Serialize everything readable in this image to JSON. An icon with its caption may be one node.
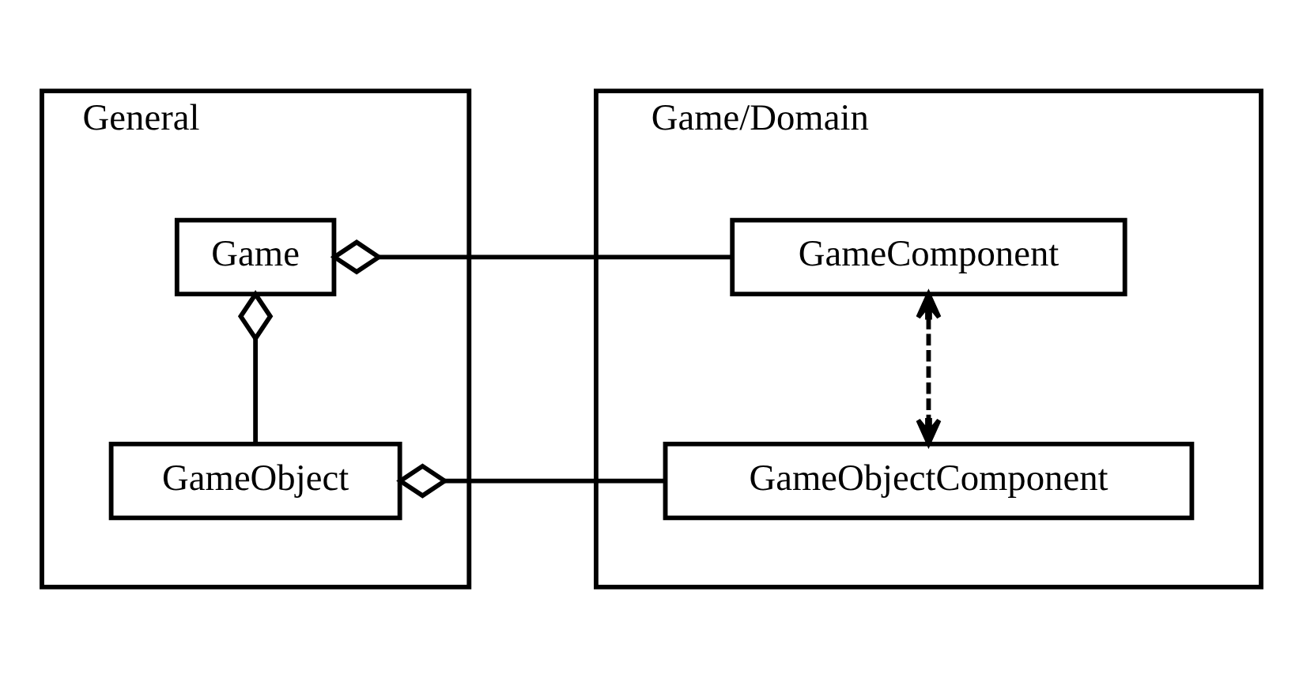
{
  "diagram": {
    "nodes": [
      {
        "text": [
          "General"
        ]
      },
      {
        "text": [
          "Game/Domain"
        ]
      },
      {
        "text": [
          "Game"
        ],
        "in": 0
      },
      {
        "text": [
          "GameObject"
        ],
        "in": 0
      },
      {
        "text": [
          "GameComponent"
        ],
        "in": 1
      },
      {
        "text": [
          "GameObjectComponent"
        ],
        "in": 1
      }
    ],
    "edges": [
      {
        "from": 2,
        "to": 4,
        "arrow": "other"
      },
      {
        "from": 2,
        "to": 3,
        "arrow": "other"
      },
      {
        "from": 4,
        "to": 5,
        "arrow": "both",
        "style": "dashed"
      },
      {
        "from": 3,
        "to": 5,
        "arrow": "other"
      }
    ]
  }
}
